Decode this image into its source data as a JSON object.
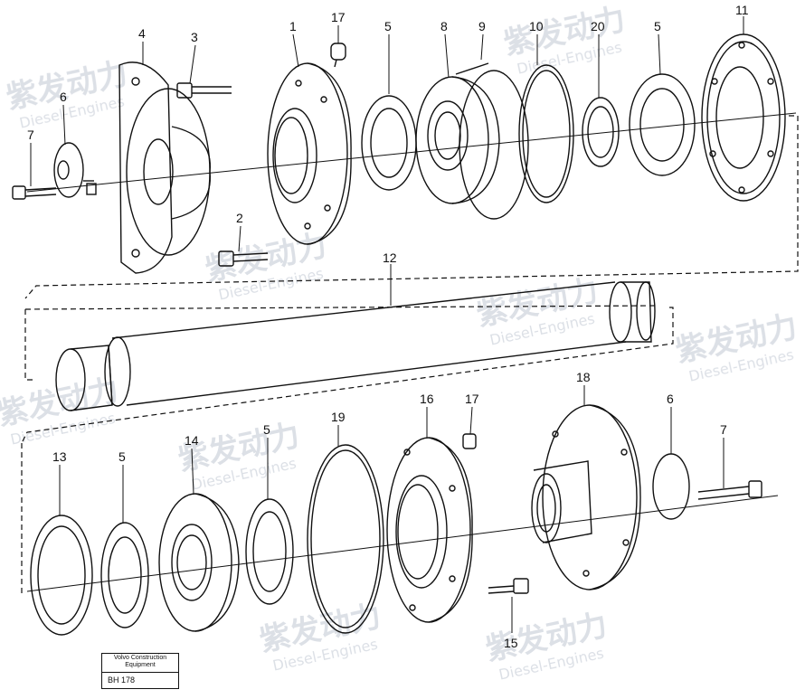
{
  "diagram": {
    "callouts": [
      {
        "id": "c-17a",
        "text": "17"
      },
      {
        "id": "c-4",
        "text": "4"
      },
      {
        "id": "c-3",
        "text": "3"
      },
      {
        "id": "c-1",
        "text": "1"
      },
      {
        "id": "c-5a",
        "text": "5"
      },
      {
        "id": "c-8",
        "text": "8"
      },
      {
        "id": "c-9",
        "text": "9"
      },
      {
        "id": "c-10",
        "text": "10"
      },
      {
        "id": "c-20",
        "text": "20"
      },
      {
        "id": "c-5b",
        "text": "5"
      },
      {
        "id": "c-11",
        "text": "11"
      },
      {
        "id": "c-6a",
        "text": "6"
      },
      {
        "id": "c-7a",
        "text": "7"
      },
      {
        "id": "c-2",
        "text": "2"
      },
      {
        "id": "c-12",
        "text": "12"
      },
      {
        "id": "c-18",
        "text": "18"
      },
      {
        "id": "c-16",
        "text": "16"
      },
      {
        "id": "c-17b",
        "text": "17"
      },
      {
        "id": "c-19",
        "text": "19"
      },
      {
        "id": "c-6b",
        "text": "6"
      },
      {
        "id": "c-14",
        "text": "14"
      },
      {
        "id": "c-5c",
        "text": "5"
      },
      {
        "id": "c-7b",
        "text": "7"
      },
      {
        "id": "c-13",
        "text": "13"
      },
      {
        "id": "c-5d",
        "text": "5"
      },
      {
        "id": "c-15",
        "text": "15"
      }
    ],
    "caption": {
      "line1": "Volvo Construction",
      "line2": "Equipment",
      "code": "BH 178"
    },
    "watermark": {
      "cn": "紫发动力",
      "en": "Diesel-Engines"
    },
    "colors": {
      "ink": "#111111",
      "watermark": "#d9dde4",
      "background": "#ffffff"
    }
  }
}
